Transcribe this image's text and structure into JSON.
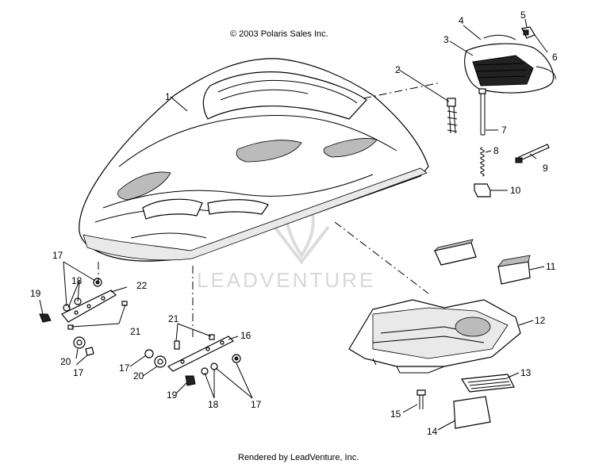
{
  "header": {
    "copyright": "© 2003 Polaris Sales Inc."
  },
  "footer": {
    "rendered_by": "Rendered by LeadVenture, Inc."
  },
  "watermark": {
    "text": "LEADVENTURE"
  },
  "callouts": [
    {
      "id": "c1",
      "label": "1"
    },
    {
      "id": "c2",
      "label": "2"
    },
    {
      "id": "c3",
      "label": "3"
    },
    {
      "id": "c4",
      "label": "4"
    },
    {
      "id": "c5",
      "label": "5"
    },
    {
      "id": "c6",
      "label": "6"
    },
    {
      "id": "c7",
      "label": "7"
    },
    {
      "id": "c8",
      "label": "8"
    },
    {
      "id": "c9",
      "label": "9"
    },
    {
      "id": "c10",
      "label": "10"
    },
    {
      "id": "c11",
      "label": "11"
    },
    {
      "id": "c12",
      "label": "12"
    },
    {
      "id": "c13",
      "label": "13"
    },
    {
      "id": "c14",
      "label": "14"
    },
    {
      "id": "c15",
      "label": "15"
    },
    {
      "id": "c16",
      "label": "16"
    },
    {
      "id": "c17a",
      "label": "17"
    },
    {
      "id": "c17b",
      "label": "17"
    },
    {
      "id": "c17c",
      "label": "17"
    },
    {
      "id": "c17d",
      "label": "17"
    },
    {
      "id": "c18a",
      "label": "18"
    },
    {
      "id": "c18b",
      "label": "18"
    },
    {
      "id": "c19a",
      "label": "19"
    },
    {
      "id": "c19b",
      "label": "19"
    },
    {
      "id": "c20a",
      "label": "20"
    },
    {
      "id": "c20b",
      "label": "20"
    },
    {
      "id": "c21a",
      "label": "21"
    },
    {
      "id": "c21b",
      "label": "21"
    },
    {
      "id": "c22",
      "label": "22"
    }
  ]
}
